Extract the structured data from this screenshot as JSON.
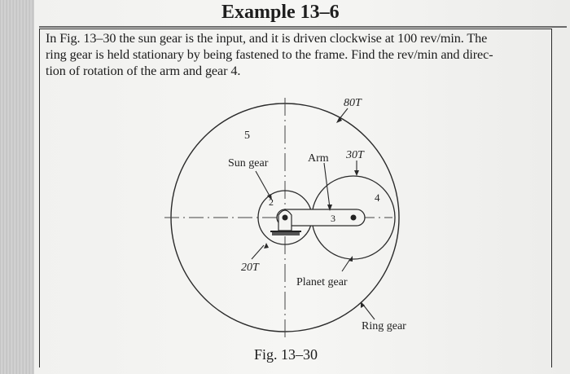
{
  "title": "Example 13–6",
  "problem_lines": [
    "In Fig. 13–30 the sun gear is the input, and it is driven clockwise at 100 rev/min. The",
    "ring gear is held stationary by being fastened to the frame. Find the rev/min and direc-",
    "tion of rotation of the arm and gear 4."
  ],
  "figure": {
    "labels": {
      "ring_teeth": "80T",
      "part5": "5",
      "sun_gear": "Sun gear",
      "arm": "Arm",
      "planet_teeth": "30T",
      "part4": "4",
      "part2": "2",
      "part3": "3",
      "sun_teeth": "20T",
      "planet_gear": "Planet gear",
      "ring_gear": "Ring gear"
    },
    "caption": "Fig. 13–30"
  }
}
